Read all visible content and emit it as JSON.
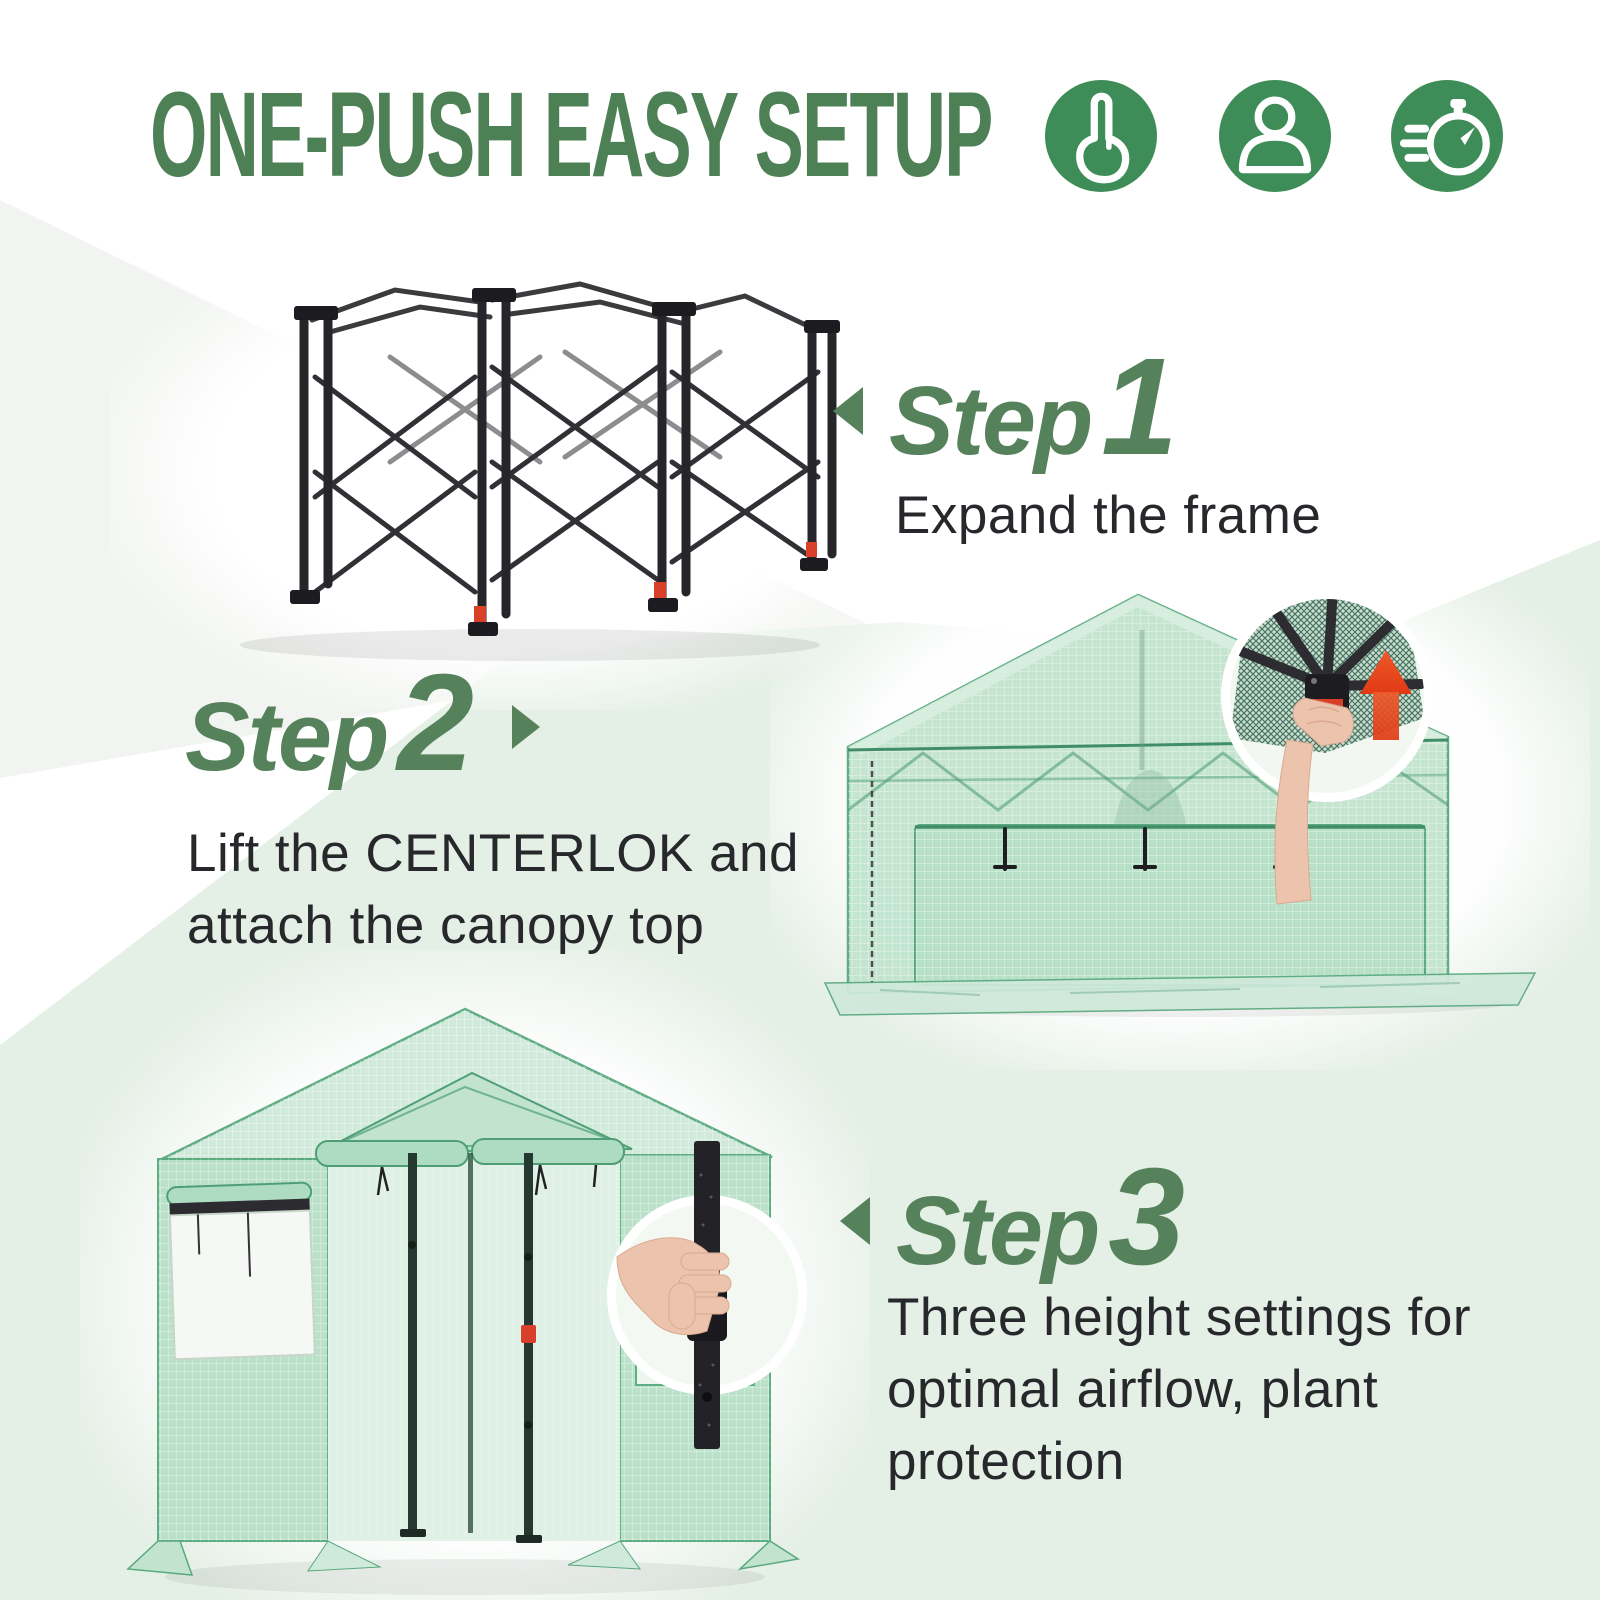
{
  "header": {
    "title": "ONE-PUSH EASY SETUP",
    "icons": [
      {
        "name": "one-push-finger-icon"
      },
      {
        "name": "single-person-icon"
      },
      {
        "name": "fast-setup-timer-icon"
      }
    ]
  },
  "steps": [
    {
      "heading": "Step",
      "number": "1",
      "arrow": "left",
      "description_lines": [
        "Expand the frame"
      ]
    },
    {
      "heading": "Step",
      "number": "2",
      "arrow": "right",
      "description_lines": [
        "Lift the CENTERLOK and",
        "attach the canopy top"
      ]
    },
    {
      "heading": "Step",
      "number": "3",
      "arrow": "left",
      "description_lines": [
        "Three height settings for",
        "optimal airflow, plant",
        "protection"
      ]
    }
  ],
  "figures": [
    {
      "name": "collapsed-frame-photo",
      "subject": "folded black pop-up frame with red feet"
    },
    {
      "name": "greenhouse-expanded-photo",
      "subject": "green pop-up greenhouse with half-raised front panel"
    },
    {
      "name": "centerlok-inset-photo",
      "subject": "hand pushing center lock hub under canopy, red up arrow"
    },
    {
      "name": "greenhouse-front-photo",
      "subject": "green walk-in greenhouse with open door and side windows"
    },
    {
      "name": "height-adjust-inset-photo",
      "subject": "hand pressing red button on black pole"
    }
  ],
  "colors": {
    "title_green": "#4e8055",
    "step_green": "#55815b",
    "icon_circle_green": "#3e8d58",
    "body_text": "#26282c",
    "background_pale": "#f1f4f0",
    "background_light_green": "#e4efe5",
    "red_accent": "#e0401f",
    "greenhouse_green": "#b9e0c9",
    "frame_black": "#26262a"
  }
}
